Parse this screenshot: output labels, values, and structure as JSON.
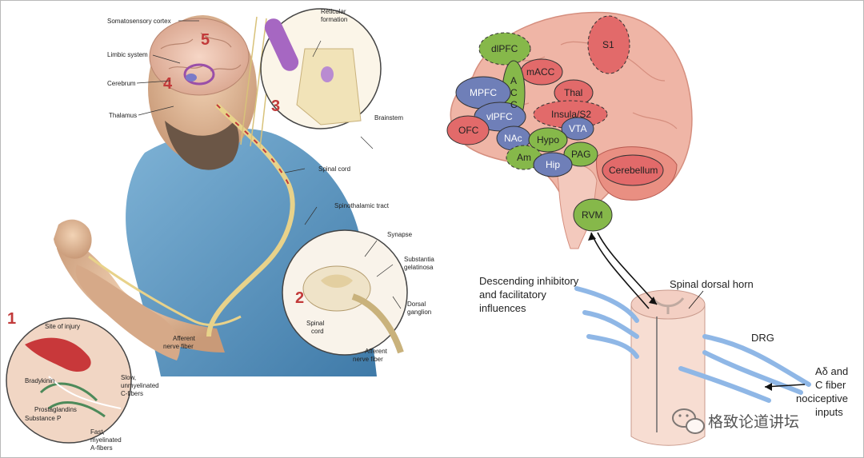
{
  "left_panel": {
    "labels": {
      "somatosensory_cortex": "Somatosensory cortex",
      "limbic_system": "Limbic system",
      "cerebrum": "Cerebrum",
      "thalamus": "Thalamus",
      "reticular_formation_1": "Reticular",
      "reticular_formation_2": "formation",
      "brainstem": "Brainstem",
      "spinal_cord": "Spinal cord",
      "spinothalamic_tract": "Spinothalamic tract",
      "synapse": "Synapse",
      "substantia_1": "Substantia",
      "substantia_2": "gelatinosa",
      "dorsal_1": "Dorsal",
      "dorsal_2": "ganglion",
      "inset_spinal_1": "Spinal",
      "inset_spinal_2": "cord",
      "inset_afferent_1": "Afferent",
      "inset_afferent_2": "nerve fiber",
      "afferent_1": "Afferent",
      "afferent_2": "nerve fiber",
      "site_of_injury": "Site of injury",
      "bradykinin": "Bradykinin",
      "prostaglandins": "Prostaglandins",
      "substance_p": "Substance P",
      "slow_1": "Slow,",
      "slow_2": "unmyelinated",
      "slow_3": "C-fibers",
      "fast_1": "Fast,",
      "fast_2": "myelinated",
      "fast_3": "A-fibers"
    },
    "steps": {
      "s1": "1",
      "s2": "2",
      "s3": "3",
      "s4": "4",
      "s5": "5"
    }
  },
  "right_panel": {
    "regions": {
      "dlpfc": "dlPFC",
      "s1": "S1",
      "macc": "mACC",
      "acc_a": "A",
      "acc_c1": "C",
      "acc_c2": "C",
      "mpfc": "MPFC",
      "thal": "Thal",
      "insula": "Insula/S2",
      "vlpfc": "vlPFC",
      "ofc": "OFC",
      "vta": "VTA",
      "nac": "NAc",
      "hypo": "Hypo",
      "pag": "PAG",
      "am": "Am",
      "hip": "Hip",
      "cerebellum": "Cerebellum",
      "rvm": "RVM"
    },
    "labels": {
      "descending_1": "Descending inhibitory",
      "descending_2": "and facilitatory",
      "descending_3": "influences",
      "spinal_dorsal_horn": "Spinal dorsal horn",
      "drg": "DRG",
      "inputs_1": "Aδ and",
      "inputs_2": "C fiber",
      "inputs_3": "nociceptive",
      "inputs_4": "inputs"
    }
  },
  "watermark": {
    "text": "格致论道讲坛"
  },
  "colors": {
    "red_region": "#e26a6a",
    "green_region": "#86b84a",
    "blue_region": "#6f7fb8",
    "brain_pink": "#efb5a6",
    "step_number": "#c23a3a"
  }
}
